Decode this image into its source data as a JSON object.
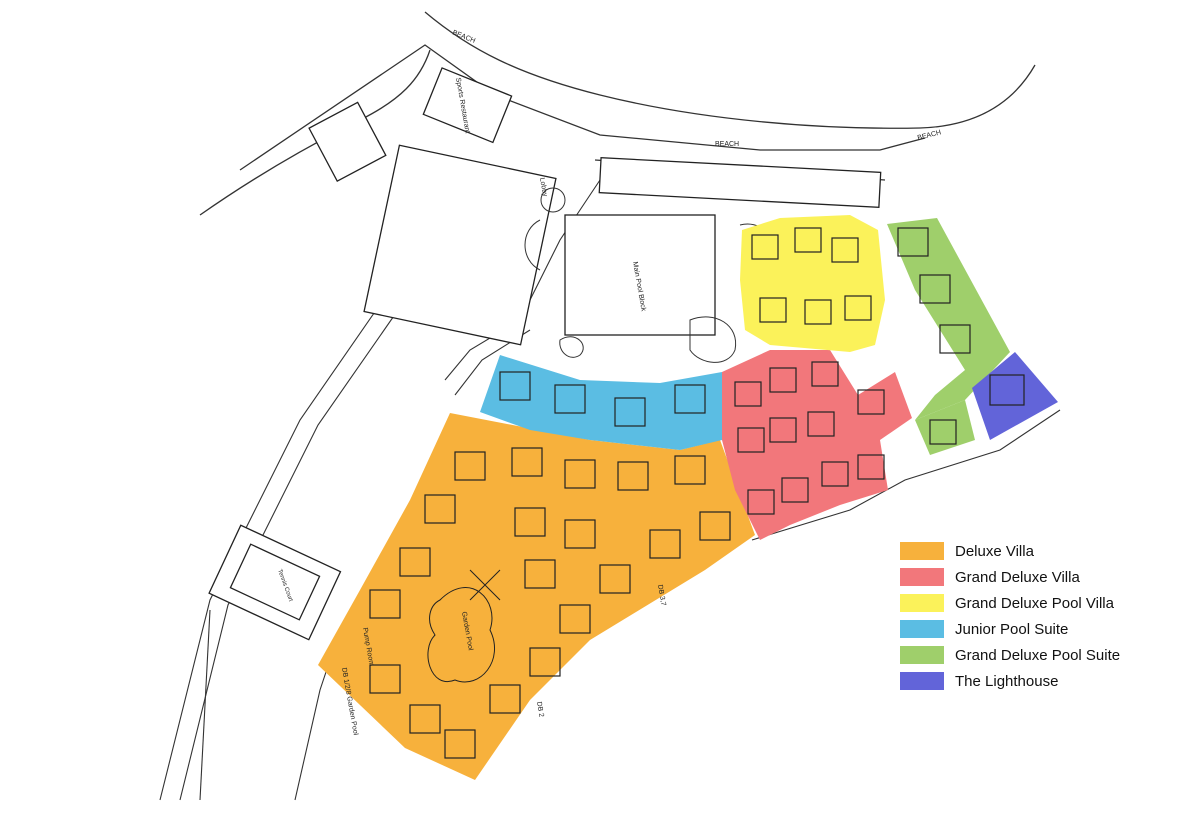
{
  "map": {
    "beach_labels": [
      "BEACH",
      "BEACH",
      "BEACH"
    ],
    "facility_labels": {
      "sports_restaurant": "Sports Restaurant",
      "lobby": "Lobby",
      "main_pool_block": "Main Pool Block",
      "garden_pool": "Garden Pool",
      "pump_room": "Pump Room",
      "tennis": "Tennis Court",
      "db_garden_pool": "DB 1/2/8 Garden Pool",
      "db_37": "DB 3,7",
      "db_2": "DB 2"
    },
    "zone_colors": {
      "deluxe_villa": "#f7b13c",
      "grand_deluxe_villa": "#f2777b",
      "grand_deluxe_pool_villa": "#fbf25a",
      "junior_pool_suite": "#5bbde3",
      "grand_deluxe_pool_suite": "#9fcf6b",
      "the_lighthouse": "#6264d9"
    }
  },
  "legend": {
    "items": [
      {
        "label": "Deluxe Villa",
        "color": "#f7b13c"
      },
      {
        "label": "Grand Deluxe Villa",
        "color": "#f2777b"
      },
      {
        "label": "Grand Deluxe Pool Villa",
        "color": "#fbf25a"
      },
      {
        "label": "Junior Pool Suite",
        "color": "#5bbde3"
      },
      {
        "label": "Grand Deluxe Pool Suite",
        "color": "#9fcf6b"
      },
      {
        "label": "The Lighthouse",
        "color": "#6264d9"
      }
    ]
  }
}
